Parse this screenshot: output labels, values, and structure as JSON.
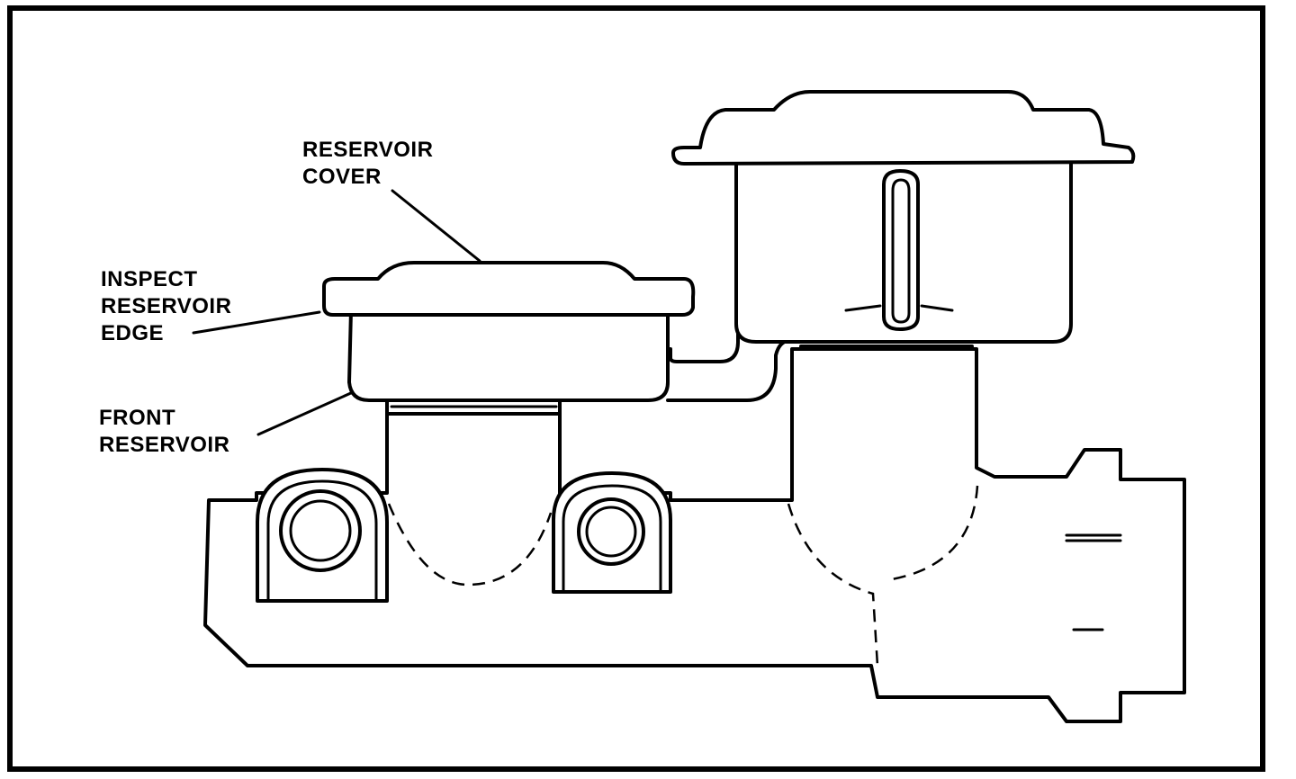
{
  "labels": {
    "reservoir_cover": [
      "RESERVOIR",
      "COVER"
    ],
    "inspect_edge": [
      "INSPECT",
      "RESERVOIR",
      "EDGE"
    ],
    "front_reservoir": [
      "FRONT",
      "RESERVOIR"
    ]
  },
  "colors": {
    "line": "#000000",
    "background": "#ffffff"
  }
}
